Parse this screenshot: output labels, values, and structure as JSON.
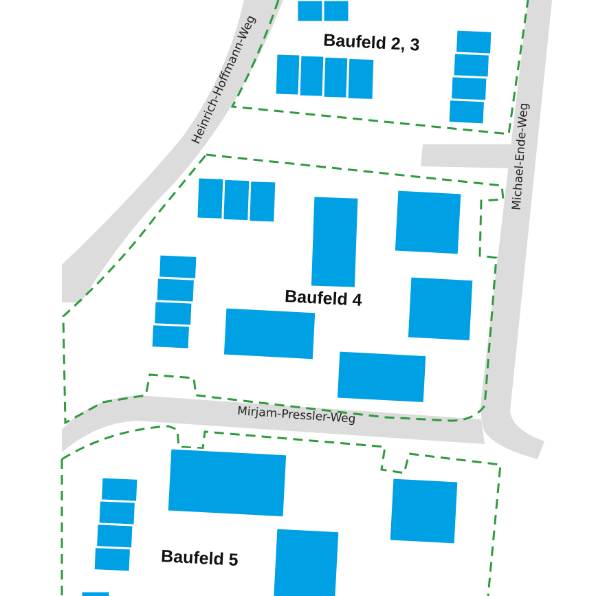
{
  "colors": {
    "background": "#ffffff",
    "street": "#dcdcdc",
    "building": "#00a0e4",
    "boundary": "#2e9a3e",
    "label": "#111111"
  },
  "fields": {
    "baufeld_23": "Baufeld 2, 3",
    "baufeld_4": "Baufeld 4",
    "baufeld_5": "Baufeld 5"
  },
  "streets": {
    "heinrich": "Heinrich-Hoffmann-Weg",
    "michael": "Michael-Ende-Weg",
    "mirjam": "Mirjam-Pressler-Weg"
  }
}
